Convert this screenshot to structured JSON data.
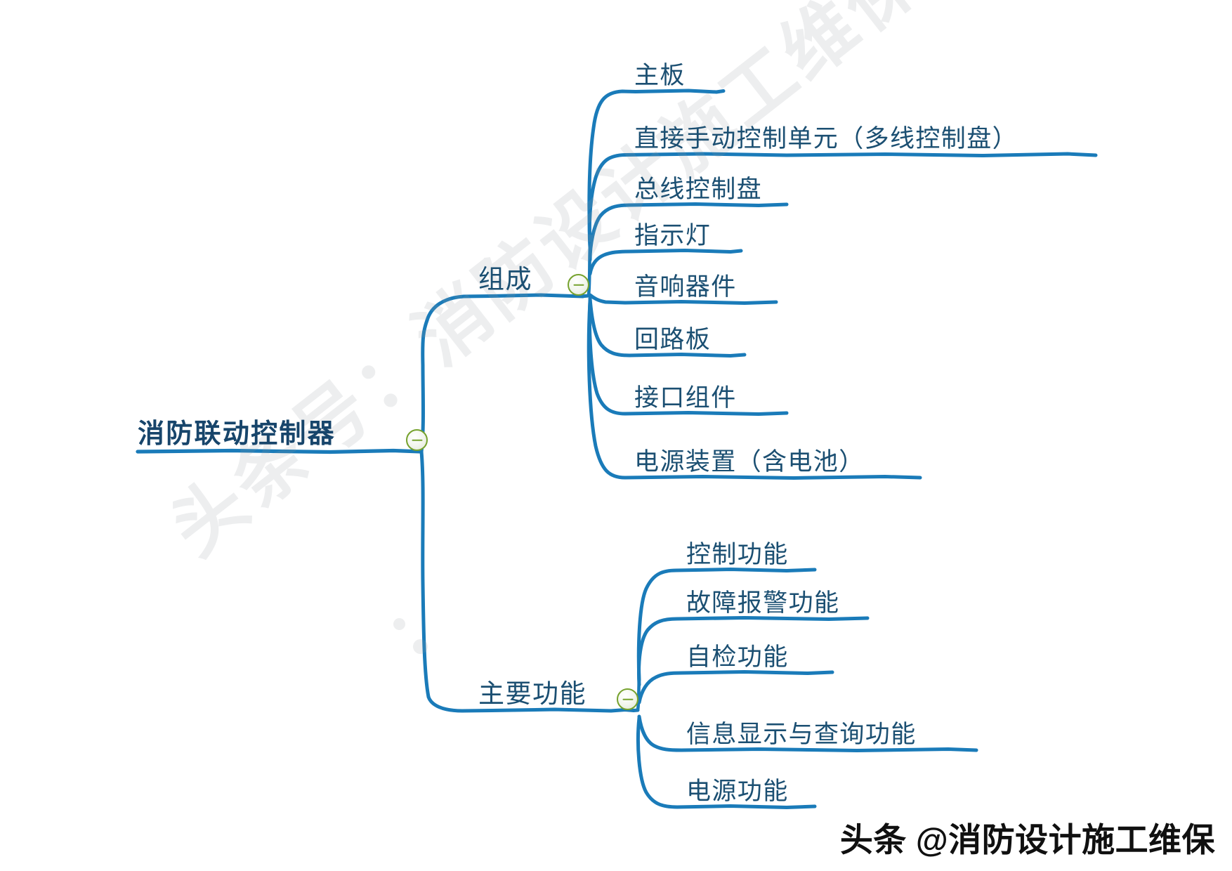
{
  "diagram": {
    "type": "mind-map",
    "title": "消防联动控制器",
    "root": {
      "label": "消防联动控制器",
      "toggle_state": "expanded",
      "toggle_glyph": "minus"
    },
    "branches": [
      {
        "label": "组成",
        "toggle_state": "expanded",
        "toggle_glyph": "minus",
        "children": [
          {
            "label": "主板"
          },
          {
            "label": "直接手动控制单元（多线控制盘）"
          },
          {
            "label": "总线控制盘"
          },
          {
            "label": "指示灯"
          },
          {
            "label": "音响器件"
          },
          {
            "label": "回路板"
          },
          {
            "label": "接口组件"
          },
          {
            "label": "电源装置（含电池）"
          }
        ]
      },
      {
        "label": "主要功能",
        "toggle_state": "expanded",
        "toggle_glyph": "minus",
        "children": [
          {
            "label": "控制功能"
          },
          {
            "label": "故障报警功能"
          },
          {
            "label": "自检功能"
          },
          {
            "label": "信息显示与查询功能"
          },
          {
            "label": "电源功能"
          }
        ]
      }
    ]
  },
  "watermarks": {
    "diagonal": "头条号：消防设计施工维保",
    "footer_prefix": "头条",
    "footer_at": "@",
    "footer_account": "消防设计施工维保"
  },
  "colors": {
    "branch_line": "#1a7bb9",
    "text": "#1b4f72",
    "root_text": "#17456b",
    "toggle_border": "#76a22e",
    "background": "#ffffff",
    "watermark": "#969ba0"
  }
}
